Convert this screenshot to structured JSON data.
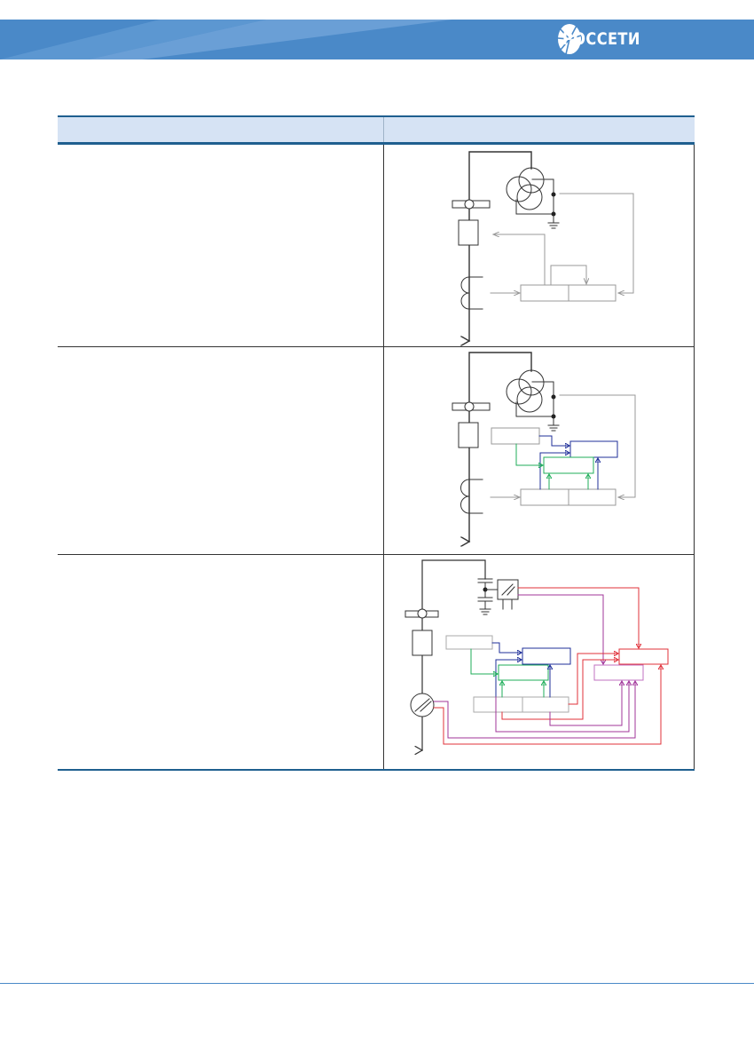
{
  "header": {
    "logo_text": "РОССЕТИ",
    "band_color": "#4a89c8"
  },
  "table": {
    "header": [
      "",
      ""
    ],
    "rows": [
      {
        "description": "",
        "diagram": "scheme-1"
      },
      {
        "description": "",
        "diagram": "scheme-2"
      },
      {
        "description": "",
        "diagram": "scheme-3"
      }
    ],
    "header_bg": "#d6e3f4",
    "rule_color": "#1f5f8f"
  },
  "colors": {
    "red": "#e0303a",
    "magenta": "#a0349a",
    "blue": "#1f2f9a",
    "green": "#1fae5a",
    "gray": "#999999"
  }
}
